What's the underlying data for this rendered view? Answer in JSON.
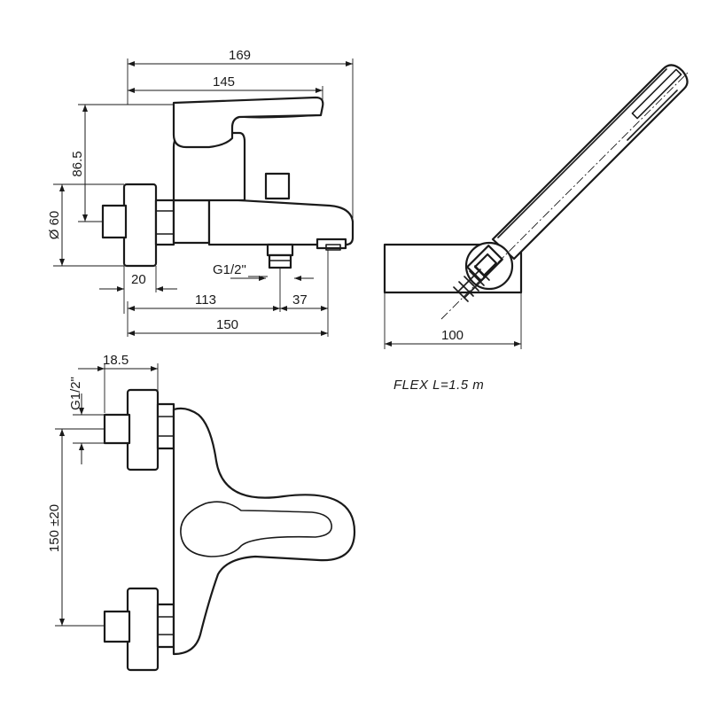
{
  "dims": {
    "d169": "169",
    "d145": "145",
    "d86_5": "86.5",
    "d60": "Ø 60",
    "g12_top": "G1/2\"",
    "d20": "20",
    "d113": "113",
    "d37": "37",
    "d150": "150",
    "d100": "100",
    "d18_5": "18.5",
    "g12_side": "G1/2\"",
    "d150_tol": "150 ±20"
  },
  "note": "FLEX L=1.5 m"
}
